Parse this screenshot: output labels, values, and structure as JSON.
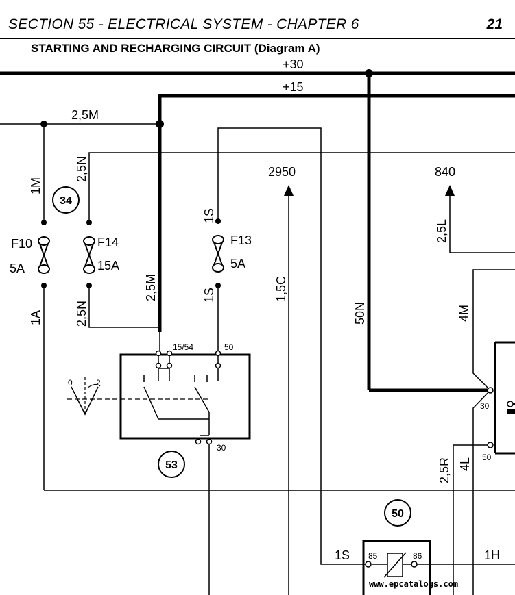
{
  "header": {
    "section": "SECTION 55 - ELECTRICAL SYSTEM - CHAPTER 6",
    "page_number": "21",
    "title": "STARTING AND RECHARGING CIRCUIT (Diagram A)"
  },
  "lines": {
    "plus30": "+30",
    "plus15": "+15"
  },
  "wires": {
    "w_2_5M_top": "2,5M",
    "w_1M": "1M",
    "w_2_5N_top": "2,5N",
    "w_1S_top": "1S",
    "w_1A": "1A",
    "w_2_5N_bottom": "2,5N",
    "w_2_5M_vert": "2,5M",
    "w_1S_bottom": "1S",
    "w_1_5C": "1,5C",
    "w_50N": "50N",
    "w_2_5L": "2,5L",
    "w_4M": "4M",
    "w_2_5R": "2,5R",
    "w_4L": "4L",
    "w_1S_relay": "1S",
    "w_1H": "1H"
  },
  "fuses": {
    "f10": "F10",
    "f10_rating": "5A",
    "f14": "F14",
    "f14_rating": "15A",
    "f13": "F13",
    "f13_rating": "5A"
  },
  "connectors": {
    "c2950": "2950",
    "c840": "840"
  },
  "terminals": {
    "t15_54": "15/54",
    "t50_switch": "50",
    "t30_switch": "30",
    "t30_right": "30",
    "t50_right": "50",
    "t85": "85",
    "t86": "86"
  },
  "switch_positions": {
    "p0": "0",
    "p2": "2"
  },
  "components": {
    "c34": "34",
    "c53": "53",
    "c50": "50"
  },
  "watermark": "www.epcatalogs.com"
}
